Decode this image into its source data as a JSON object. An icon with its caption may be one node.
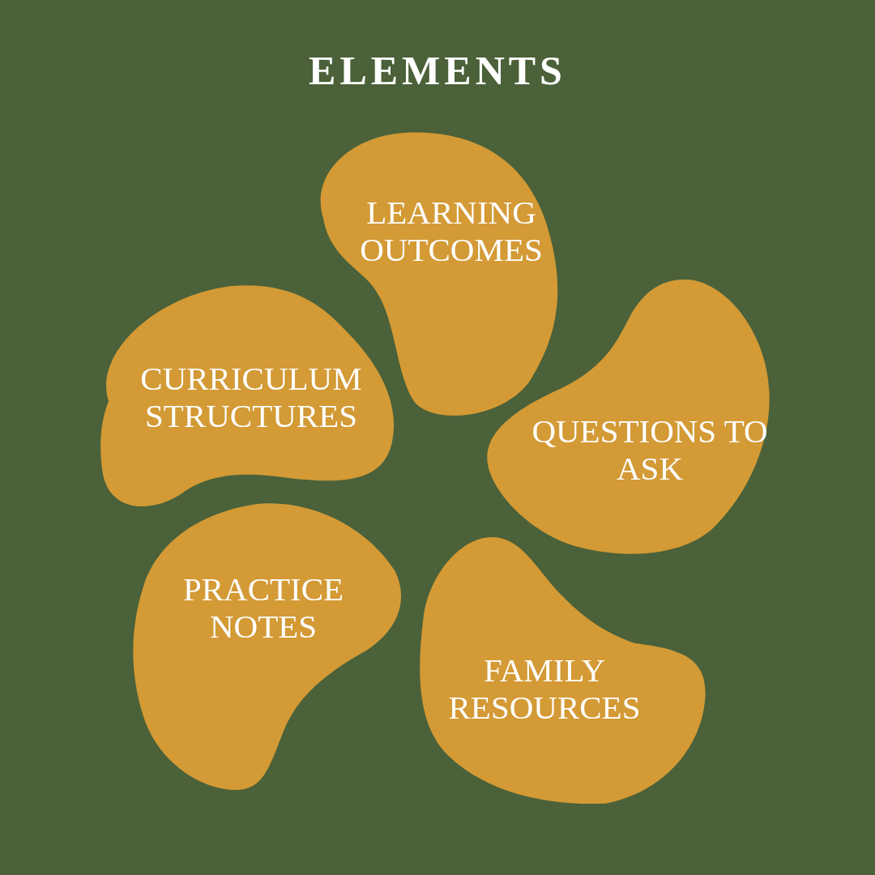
{
  "diagram": {
    "title": "ELEMENTS",
    "nodes": [
      {
        "text": [
          "LEARNING OUTCOMES"
        ]
      },
      {
        "text": [
          "CURRICULUM STRUCTURES"
        ]
      },
      {
        "text": [
          "QUESTIONS TO ASK"
        ]
      },
      {
        "text": [
          "PRACTICE NOTES"
        ]
      },
      {
        "text": [
          "FAMILY RESOURCES"
        ]
      }
    ],
    "edges": []
  }
}
